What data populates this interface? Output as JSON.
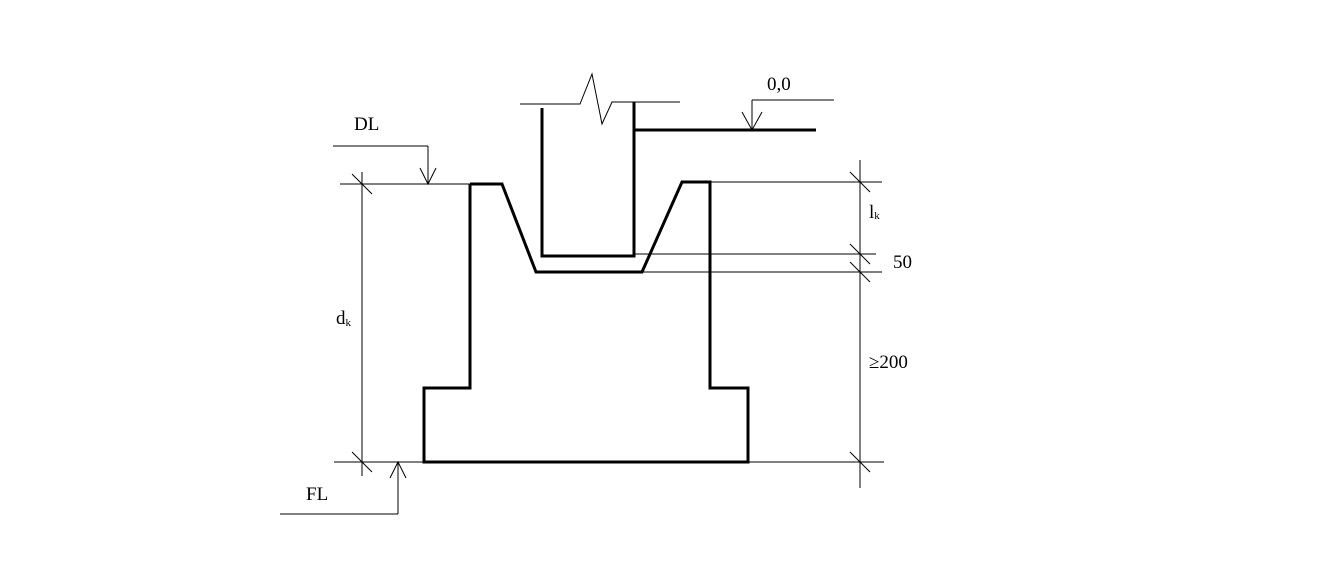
{
  "labels": {
    "ground_level": "0,0",
    "design_level": "DL",
    "foundation_level": "FL",
    "depth_main": "d",
    "depth_sub": "k",
    "socket_main": "l",
    "socket_sub": "k",
    "gap": "50",
    "bottom_min": "≥200"
  }
}
